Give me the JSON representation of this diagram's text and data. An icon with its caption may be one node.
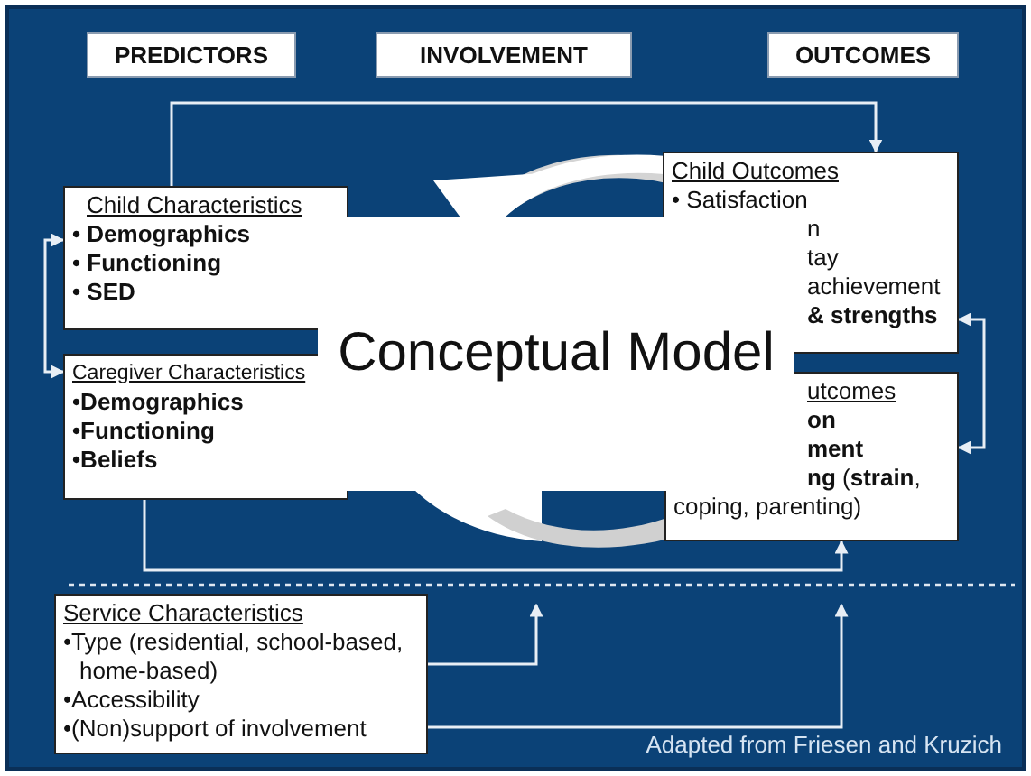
{
  "diagram": {
    "caption": "Adapted from Friesen and Kruzich",
    "nodes": [
      {
        "text": [
          "PREDICTORS"
        ]
      },
      {
        "text": [
          "INVOLVEMENT"
        ]
      },
      {
        "text": [
          "OUTCOMES"
        ]
      },
      {
        "text": [
          "Child Characteristics",
          "**• Demographics**",
          "**• Functioning**",
          "**• SED**"
        ]
      },
      {
        "text": [
          "Child Outcomes",
          "• Satisfaction",
          "n",
          "tay",
          "achievement",
          "**& strengths**"
        ]
      },
      {
        "text": [
          "Conceptual Model"
        ]
      },
      {
        "text": [
          "Caregiver Characteristics",
          "**•Demographics**",
          "**•Functioning**",
          "•Beliefs"
        ]
      },
      {
        "text": [
          "utcomes",
          "**on**",
          "**ment**",
          "**ng** (**strain**, coping, parenting)"
        ]
      },
      {
        "text": [
          "Service Characteristics",
          "•Type (residential, school-based, home-based)",
          "•Accessibility",
          "•(Non)support of involvement"
        ]
      }
    ],
    "edges": [
      {
        "from": 3,
        "to": 4,
        "arrow": "to"
      },
      {
        "from": 3,
        "to": 6,
        "arrow": "both"
      },
      {
        "from": 4,
        "to": 7,
        "arrow": "both"
      },
      {
        "from": 6,
        "to": 7,
        "arrow": "to"
      },
      {
        "from": 8,
        "to": null,
        "arrow": "to"
      },
      {
        "from": 8,
        "to": null,
        "arrow": "to"
      }
    ]
  }
}
